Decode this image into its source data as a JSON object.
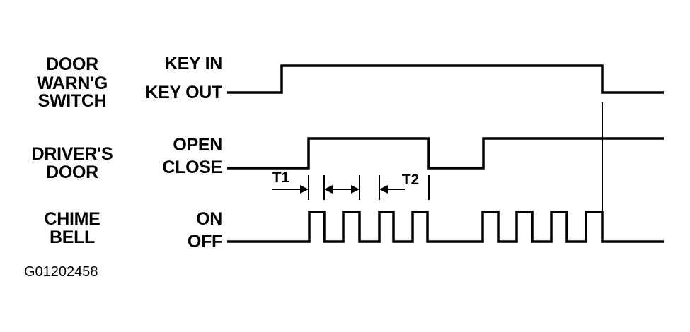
{
  "signals": [
    {
      "label_lines": [
        "DOOR",
        "WARN'G",
        "SWITCH"
      ],
      "high_label": "KEY IN",
      "low_label": "KEY OUT"
    },
    {
      "label_lines": [
        "DRIVER'S",
        "DOOR"
      ],
      "high_label": "OPEN",
      "low_label": "CLOSE"
    },
    {
      "label_lines": [
        "CHIME",
        "BELL"
      ],
      "high_label": "ON",
      "low_label": "OFF"
    }
  ],
  "intervals": {
    "t1": "T1",
    "t2": "T2"
  },
  "figure_id": "G01202458"
}
